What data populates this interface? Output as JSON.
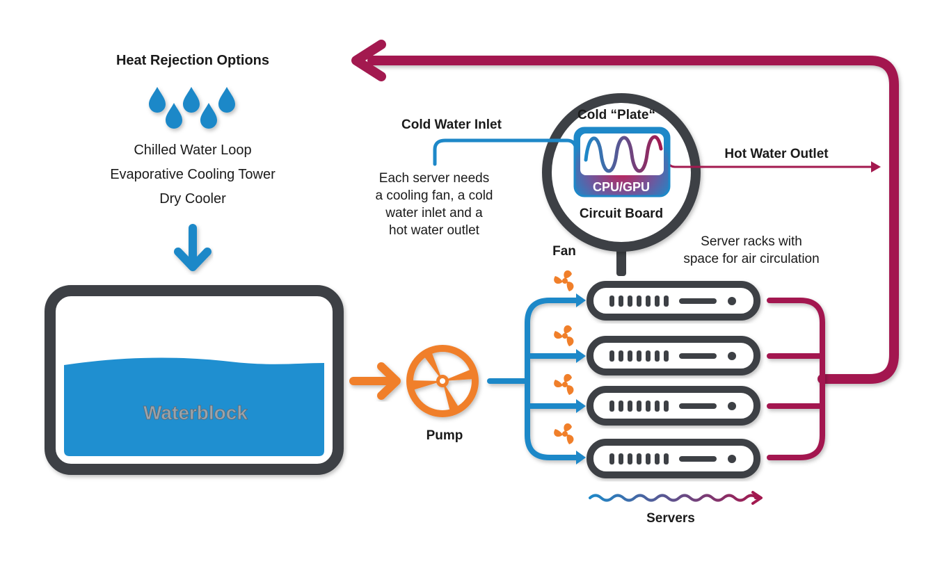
{
  "heat_rejection": {
    "title": "Heat Rejection Options",
    "options": [
      "Chilled Water Loop",
      "Evaporative Cooling Tower",
      "Dry Cooler"
    ]
  },
  "waterblock_label": "Waterblock",
  "pump_label": "Pump",
  "fan_label": "Fan",
  "servers_label": "Servers",
  "cold_water_inlet": "Cold Water Inlet",
  "hot_water_outlet": "Hot Water Outlet",
  "cold_plate": "Cold “Plate“",
  "cpu_gpu": "CPU/GPU",
  "circuit_board": "Circuit Board",
  "server_note": [
    "Each server needs",
    "a cooling fan, a cold",
    "water inlet and a",
    "hot water outlet"
  ],
  "rack_note": [
    "Server racks with",
    "space for air circulation"
  ],
  "colors": {
    "cold_blue": "#1e88c8",
    "hot_red": "#a3194f",
    "pump_orange": "#f07f2a",
    "frame_gray": "#3d4044",
    "water_blue": "#1f8fd0"
  }
}
